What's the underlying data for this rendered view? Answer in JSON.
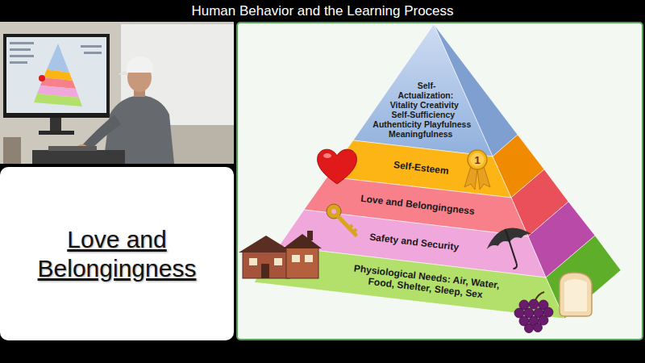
{
  "diagram": {
    "title": "Human Behavior and the Learning Process",
    "nodes": [
      {
        "text": [
          "Love and Belongingness"
        ]
      },
      {
        "text": [
          "Self-Actualization: Vitality Creativity Self-Sufficiency Authenticity Playfulness Meaningfulness"
        ]
      },
      {
        "text": [
          "Self-Esteem"
        ]
      },
      {
        "text": [
          "Love and Belongingness"
        ]
      },
      {
        "text": [
          "Safety and Security"
        ]
      },
      {
        "text": [
          "Physiological Needs: Air, Water, Food, Shelter, Sleep, Sex"
        ]
      }
    ],
    "labels": [
      "1"
    ]
  }
}
